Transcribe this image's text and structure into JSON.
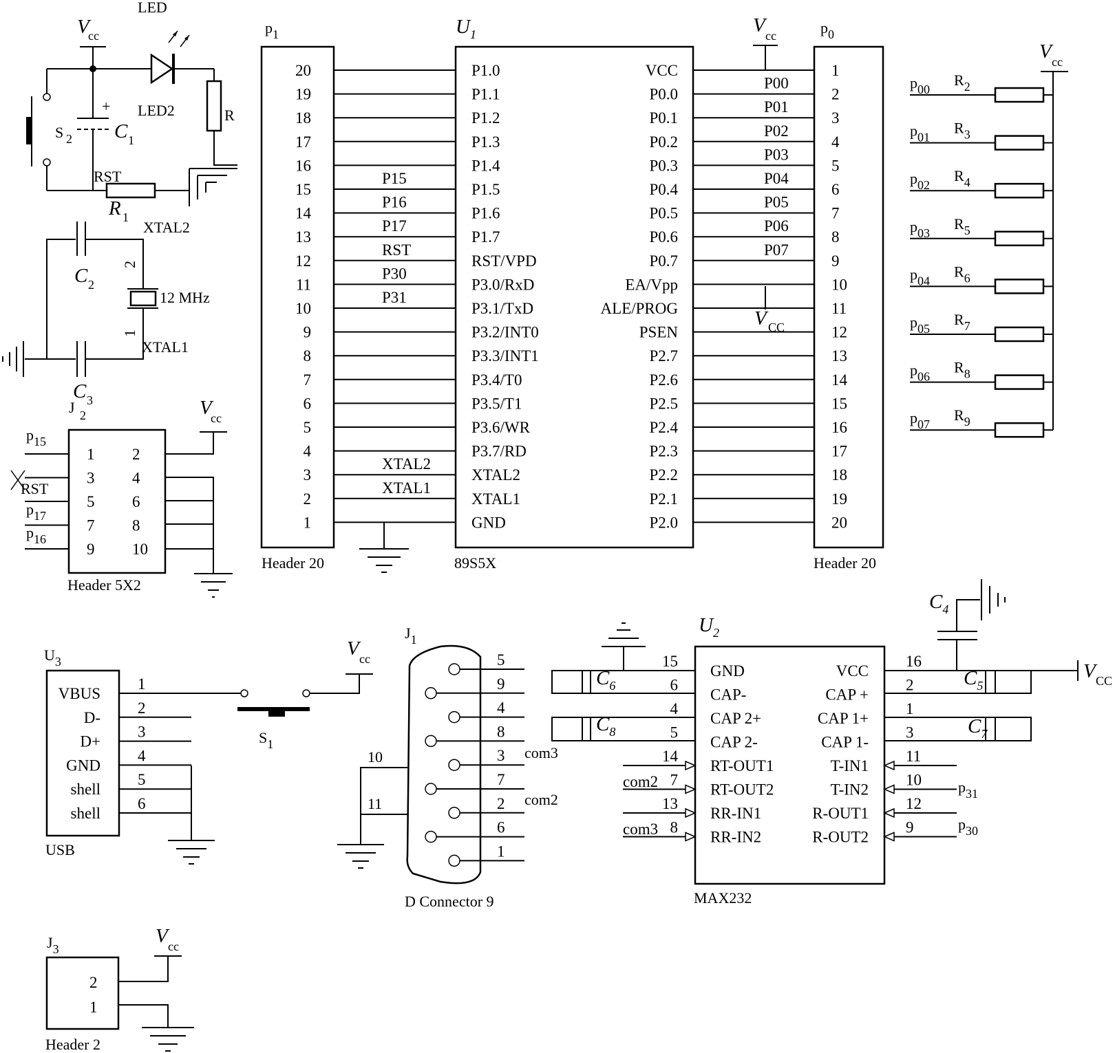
{
  "u1": {
    "ref": "U",
    "ref_sub": "1",
    "part": "89S5X",
    "left_pins": [
      "P1.0",
      "P1.1",
      "P1.2",
      "P1.3",
      "P1.4",
      "P1.5",
      "P1.6",
      "P1.7",
      "RST/VPD",
      "P3.0/RxD",
      "P3.1/TxD",
      "P3.2/INT0",
      "P3.3/INT1",
      "P3.4/T0",
      "P3.5/T1",
      "P3.6/WR",
      "P3.7/RD",
      "XTAL2",
      "XTAL1",
      "GND"
    ],
    "right_pins": [
      "VCC",
      "P0.0",
      "P0.1",
      "P0.2",
      "P0.3",
      "P0.4",
      "P0.5",
      "P0.6",
      "P0.7",
      "EA/Vpp",
      "ALE/PROG",
      "PSEN",
      "P2.7",
      "P2.6",
      "P2.5",
      "P2.4",
      "P2.3",
      "P2.2",
      "P2.1",
      "P2.0"
    ]
  },
  "p1": {
    "ref": "p",
    "ref_sub": "1",
    "part": "Header 20",
    "numbers": [
      "20",
      "19",
      "18",
      "17",
      "16",
      "15",
      "14",
      "13",
      "12",
      "11",
      "10",
      "9",
      "8",
      "7",
      "6",
      "5",
      "4",
      "3",
      "2",
      "1"
    ],
    "net_labels": [
      "P15",
      "P16",
      "P17",
      "RST",
      "P30",
      "P31"
    ],
    "xtal_labels": [
      "XTAL2",
      "XTAL1"
    ]
  },
  "p0": {
    "ref": "p",
    "ref_sub": "0",
    "part": "Header 20",
    "numbers": [
      "1",
      "2",
      "3",
      "4",
      "5",
      "6",
      "7",
      "8",
      "9",
      "10",
      "11",
      "12",
      "13",
      "14",
      "15",
      "16",
      "17",
      "18",
      "19",
      "20"
    ],
    "net_labels": [
      "P00",
      "P01",
      "P02",
      "P03",
      "P04",
      "P05",
      "P06",
      "P07"
    ]
  },
  "vcc": {
    "main": "V",
    "sub": "cc",
    "sub_caps": "CC"
  },
  "pullups": {
    "nets": [
      "00",
      "01",
      "02",
      "03",
      "04",
      "05",
      "06",
      "07"
    ],
    "resistors": [
      "2",
      "3",
      "4",
      "5",
      "6",
      "7",
      "8",
      "9"
    ],
    "net_prefix": "p",
    "res_prefix": "R"
  },
  "reset": {
    "led_top": "LED",
    "led_ref": "LED2",
    "r": "R",
    "rst": "RST",
    "r1": "R",
    "r1_sub": "1",
    "s2": "S",
    "s2_sub": "2",
    "c1": "C",
    "c1_sub": "1",
    "plus": "+",
    "xtal2": "XTAL2"
  },
  "osc": {
    "c2": "C",
    "c2_sub": "2",
    "c3": "C",
    "c3_sub": "3",
    "freq": "12 MHz",
    "pin2": "2",
    "pin1": "1",
    "xtal1": "XTAL1"
  },
  "j2": {
    "ref": "J",
    "ref_sub": "2",
    "part": "Header 5X2",
    "left": [
      "1",
      "3",
      "5",
      "7",
      "9"
    ],
    "right": [
      "2",
      "4",
      "6",
      "8",
      "10"
    ],
    "p15": "15",
    "p17": "17",
    "p16": "16",
    "rst": "RST"
  },
  "u3": {
    "ref": "U",
    "ref_sub": "3",
    "part": "USB",
    "pins": [
      "VBUS",
      "D-",
      "D+",
      "GND",
      "shell",
      "shell"
    ],
    "numbers": [
      "1",
      "2",
      "3",
      "4",
      "5",
      "6"
    ],
    "s1": "S",
    "s1_sub": "1"
  },
  "j1": {
    "ref": "J",
    "ref_sub": "1",
    "part": "D Connector 9",
    "numbers": [
      "5",
      "9",
      "4",
      "8",
      "3",
      "7",
      "2",
      "6",
      "1"
    ],
    "com3": "com3",
    "com2": "com2",
    "shell_pins": [
      "10",
      "11"
    ]
  },
  "u2": {
    "ref": "U",
    "ref_sub": "2",
    "part": "MAX232",
    "left_pins": [
      "GND",
      "CAP-",
      "CAP 2+",
      "CAP 2-",
      "RT-OUT1",
      "RT-OUT2",
      "RR-IN1",
      "RR-IN2"
    ],
    "right_pins": [
      "VCC",
      "CAP +",
      "CAP 1+",
      "CAP 1-",
      "T-IN1",
      "T-IN2",
      "R-OUT1",
      "R-OUT2"
    ],
    "left_numbers": [
      "15",
      "6",
      "4",
      "5",
      "14",
      "7",
      "13",
      "8"
    ],
    "right_numbers": [
      "16",
      "2",
      "1",
      "3",
      "11",
      "10",
      "12",
      "9"
    ],
    "com2_net": "com2",
    "com3_net": "com3",
    "p31": "31",
    "p30": "30",
    "c4": "C",
    "c4_sub": "4",
    "c5": "C",
    "c5_sub": "5",
    "c6": "C",
    "c6_sub": "6",
    "c7": "C",
    "c7_sub": "7",
    "c8": "C",
    "c8_sub": "8"
  },
  "j3": {
    "ref": "J",
    "ref_sub": "3",
    "part": "Header 2",
    "numbers": [
      "2",
      "1"
    ]
  }
}
